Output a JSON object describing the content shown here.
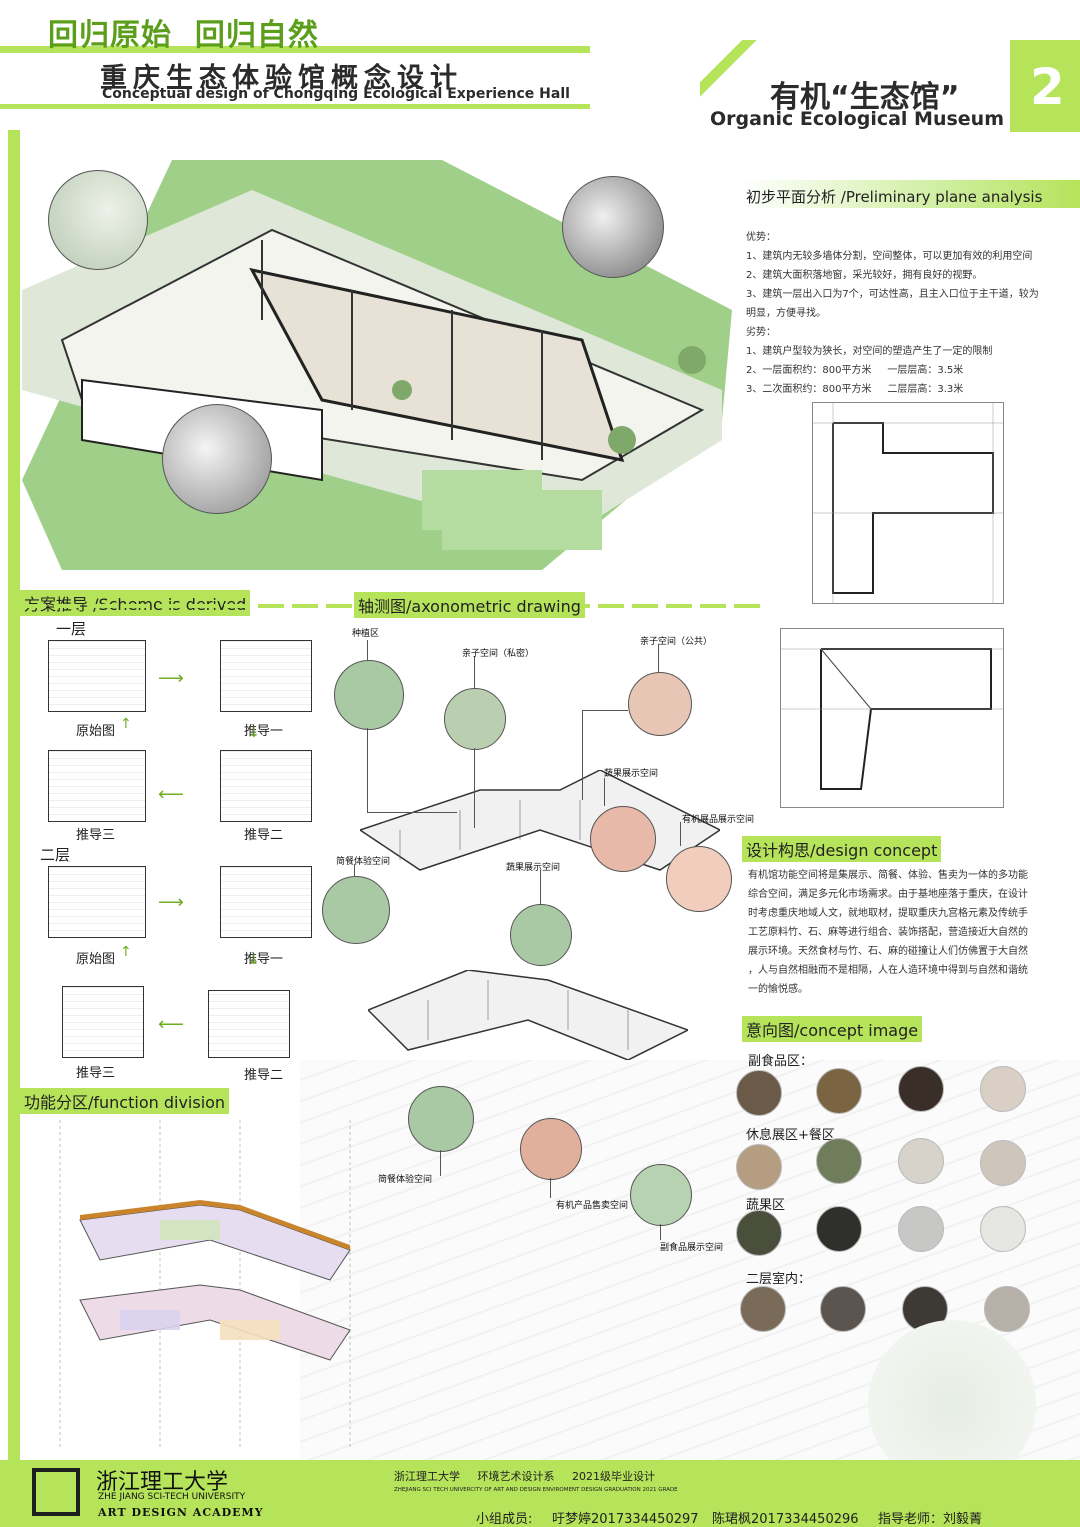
{
  "header": {
    "slogan": "回归原始  回归自然",
    "title_cn": "重庆生态体验馆概念设计",
    "title_en": "Conceptual design of Chongqing Ecological Experience Hall",
    "museum_cn": "有机“生态馆”",
    "museum_en": "Organic Ecological Museum",
    "page_number": "2"
  },
  "plane_analysis": {
    "title": "初步平面分析 /Preliminary plane analysis",
    "lines": [
      "优势：",
      "1、建筑内无较多墙体分割，空间整体，可以更加有效的利用空间",
      "2、建筑大面积落地窗，采光较好，拥有良好的视野。",
      "3、建筑一层出入口为7个，可达性高，且主入口位于主干道，较为",
      "明显，方便寻找。",
      "劣势：",
      "1、建筑户型较为狭长，对空间的塑造产生了一定的限制",
      "2、一层面积约：800平方米     一层层高：3.5米",
      "3、二次面积约：800平方米     二层层高：3.3米"
    ]
  },
  "scheme": {
    "title": "方案推导 /Scheme is derived",
    "floor1": "一层",
    "floor2": "二层",
    "original": "原始图",
    "step1": "推导一",
    "step2": "推导二",
    "step3": "推导三"
  },
  "axonometric": {
    "title": "轴测图/axonometric  drawing",
    "labels": {
      "planting": "种植区",
      "parent_private": "亲子空间（私密）",
      "parent_public": "亲子空间（公共）",
      "fruit_veg_1": "蔬果展示空间",
      "organic_display": "有机展品展示空间",
      "dining_1": "简餐体验空间",
      "fruit_veg_2": "蔬果展示空间",
      "dining_2": "简餐体验空间",
      "organic_sale": "有机产品售卖空间",
      "nonstaple_display": "副食品展示空间"
    }
  },
  "design_concept": {
    "title": "设计构思/design concept",
    "lines": [
      "有机馆功能空间将是集展示、简餐、体验、售卖为一体的多功能",
      "综合空间，满足多元化市场需求。由于基地座落于重庆，在设计",
      "时考虑重庆地域人文，就地取材，提取重庆九宫格元素及传统手",
      "工艺原料竹、石、麻等进行组合、装饰搭配，营造接近大自然的",
      "展示环境。天然食材与竹、石、麻的碰撞让人们仿佛置于大自然",
      "，人与自然相融而不是相隔，人在人造环境中得到与自然和谐统",
      "一的愉悦感。"
    ]
  },
  "concept_image": {
    "title": "意向图/concept image",
    "groups": [
      "副食品区：",
      "休息展区+餐区",
      "蔬果区",
      "二层室内："
    ]
  },
  "function_division": {
    "title": "功能分区/function division"
  },
  "footer": {
    "uni_cn": "浙江理工大学",
    "uni_en": "ZHE JIANG SCI-TECH UNIVERSITY",
    "academy": "ART DESIGN ACADEMY",
    "line1": "浙江理工大学     环境艺术设计系     2021级毕业设计",
    "line1_en": "ZHEJIANG SCI TECH UNIVERCITY OF ART AND DESIGN ENVIROMENT DESIGN GRADUATION 2021 GRADE",
    "members_label": "小组成员:",
    "member1": "吁梦婷2017334450297",
    "member2": "陈珺枫2017334450296",
    "advisor": "指导老师：刘毅菁"
  },
  "colors": {
    "accent_green": "#8bc34a",
    "bright_green": "#b5e35a",
    "dark_green": "#2e7d32",
    "pink": "#e8b9a8",
    "sage": "#a9c9a4"
  }
}
